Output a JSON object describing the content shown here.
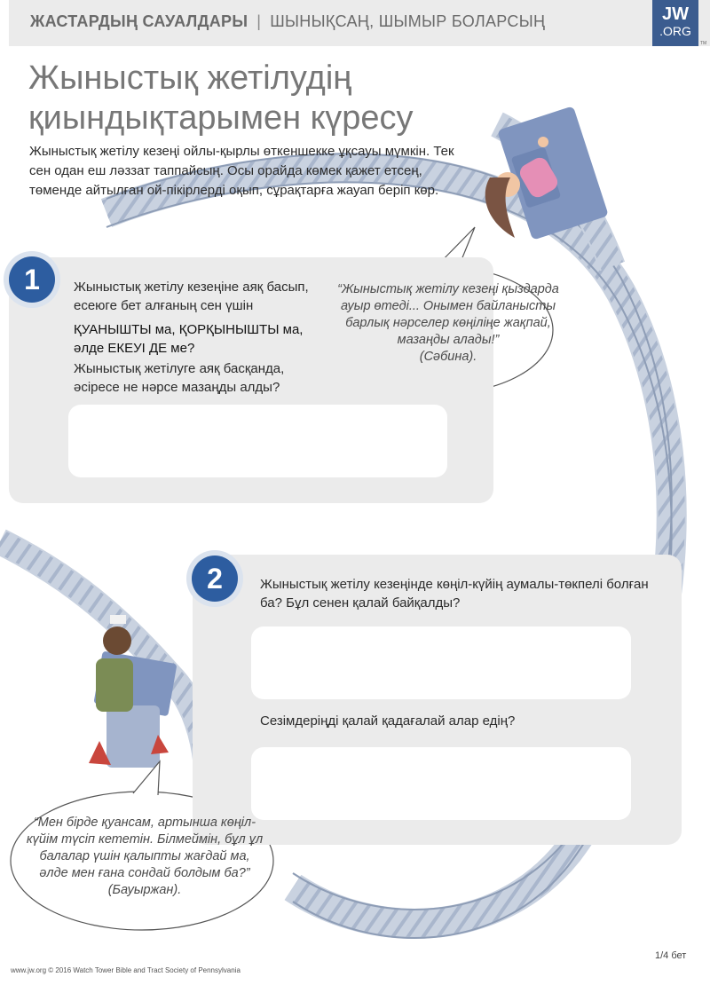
{
  "header": {
    "series": "ЖАСТАРДЫҢ САУАЛДАРЫ",
    "separator": "|",
    "subtitle": "ШЫНЫҚСАҢ, ШЫМЫР БОЛАРСЫҢ",
    "logo_line1": "JW",
    "logo_line2": ".ORG",
    "logo_tm": "TM"
  },
  "title_line1": "Жыныстық жетілудің",
  "title_line2": "қиындықтарымен күресу",
  "intro": "Жыныстық жетілу кезеңі ойлы-қырлы өткеншекке ұқсауы мүмкін. Тек сен одан еш ләззат таппайсың. Осы орайда көмек қажет етсең, төменде айтылған ой-пікірлерді оқып, сұрақтарға жауап беріп көр.",
  "section1": {
    "number": "1",
    "question_intro": "Жыныстық жетілу кезеңіне аяқ басып, есеюге бет алғаның сен үшін",
    "options_1": "ҚУАНЫШТЫ",
    "options_2": " ма, ",
    "options_3": "ҚОРҚЫНЫШТЫ",
    "options_4": " ма, әлде ",
    "options_5": "ЕКЕУІ ДЕ",
    "options_6": " ме?",
    "question_2": "Жыныстық жетілуге аяқ басқанда, әсіресе не нәрсе мазаңды алды?",
    "quote": "“Жыныстық жетілу кезеңі қыздарда ауыр өтеді... Онымен байланысты барлық нәрселер көңіліңе жақпай, мазаңды алады!”",
    "quote_author": "(Сәбина)."
  },
  "section2": {
    "number": "2",
    "question_1": "Жыныстық жетілу кезеңінде көңіл-күйің аумалы-төкпелі болған ба? Бұл сенен қалай байқалды?",
    "question_2": "Сезімдеріңді қалай қадағалай алар едің?",
    "quote": "“Мен бірде қуансам, артынша көңіл-күйім түсіп кететін. Білмеймін, бұл ұл балалар үшін қалыпты жағдай ма, әлде мен ғана сондай болдым ба?”",
    "quote_author": "(Бауыржан)."
  },
  "footer": {
    "copyright": "www.jw.org © 2016 Watch Tower Bible and Tract Society of Pennsylvania",
    "page": "1/4 бет"
  },
  "colors": {
    "accent_blue": "#2d5da0",
    "logo_blue": "#3b5c8f",
    "panel_gray": "#ebebeb",
    "track_blue": "#b7c3d6"
  }
}
